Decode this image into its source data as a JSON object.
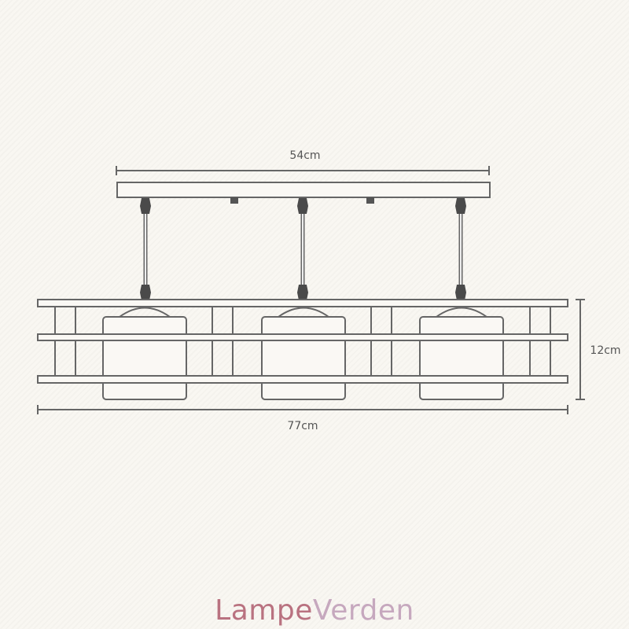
{
  "dimensions": {
    "canopy_width": "54cm",
    "total_width": "77cm",
    "height": "12cm"
  },
  "logo": {
    "part1": "Lampe",
    "part2": "Verden",
    "color1": "#b97280",
    "color2": "#c6a8be"
  },
  "colors": {
    "line": "#666666",
    "connector": "#4a4a4a"
  }
}
